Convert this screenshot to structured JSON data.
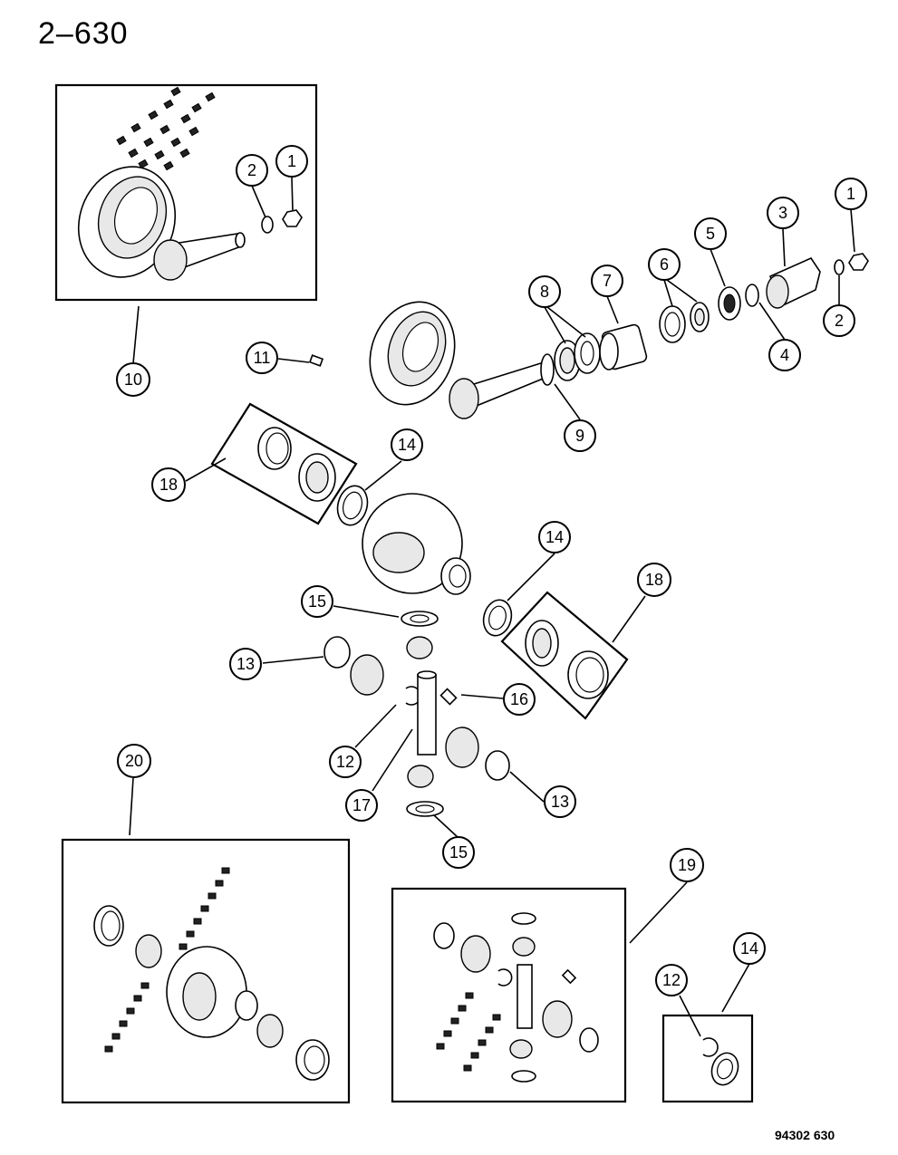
{
  "header": {
    "page_number": "2–630"
  },
  "footer": {
    "code": "94302 630"
  },
  "callouts": {
    "c1a": "1",
    "c2a": "2",
    "c10": "10",
    "c1b": "1",
    "c2b": "2",
    "c3": "3",
    "c4": "4",
    "c5": "5",
    "c6": "6",
    "c7": "7",
    "c8": "8",
    "c9": "9",
    "c11": "11",
    "c18a": "18",
    "c14a": "14",
    "c14b": "14",
    "c18b": "18",
    "c15a": "15",
    "c13a": "13",
    "c16": "16",
    "c12a": "12",
    "c17": "17",
    "c13b": "13",
    "c15b": "15",
    "c20": "20",
    "c19": "19",
    "c12b": "12",
    "c14c": "14"
  }
}
